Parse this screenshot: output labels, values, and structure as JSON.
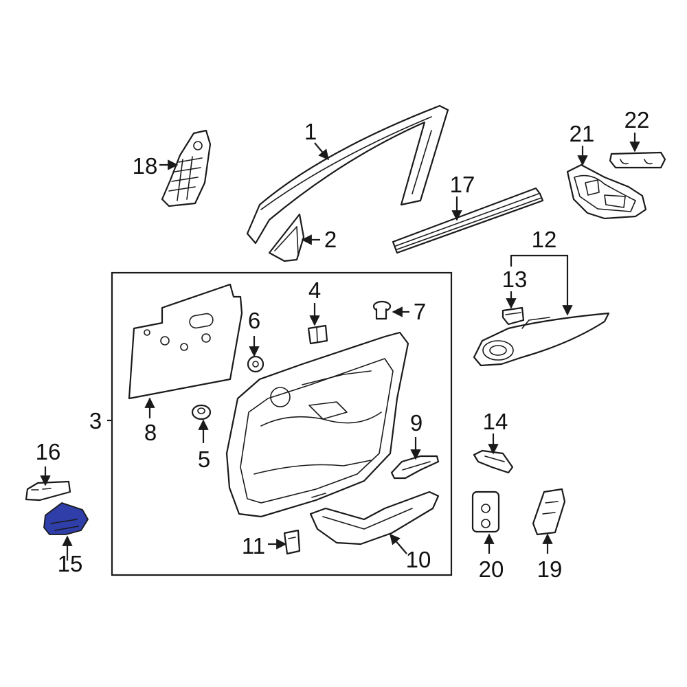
{
  "diagram": {
    "highlight_color": "#2f3ea8",
    "highlighted_part": "15",
    "callouts": {
      "c1": "1",
      "c2": "2",
      "c3": "3",
      "c4": "4",
      "c5": "5",
      "c6": "6",
      "c7": "7",
      "c8": "8",
      "c9": "9",
      "c10": "10",
      "c11": "11",
      "c12": "12",
      "c13": "13",
      "c14": "14",
      "c15": "15",
      "c16": "16",
      "c17": "17",
      "c18": "18",
      "c19": "19",
      "c20": "20",
      "c21": "21",
      "c22": "22"
    }
  }
}
